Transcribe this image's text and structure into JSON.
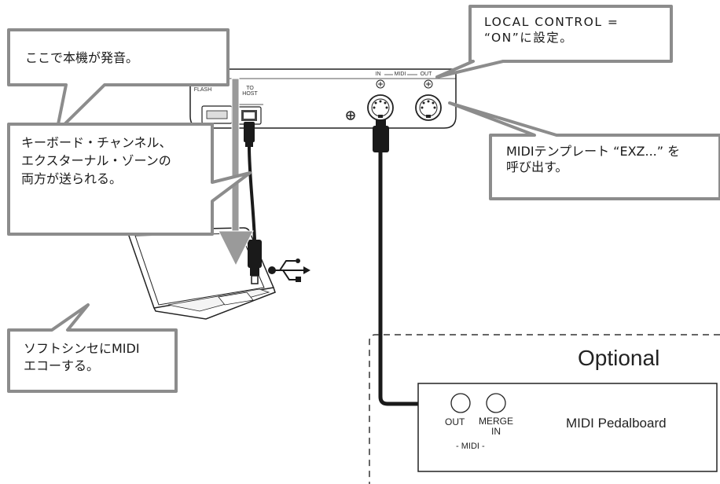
{
  "callouts": {
    "sound": "ここで本機が発音。",
    "local_control": "LOCAL CONTROL =\n“ON”に設定。",
    "midi_template": "MIDIテンプレート “EXZ...” を\n呼び出す。",
    "keyboard_channel": "キーボード・チャンネル、\nエクスターナル・ゾーンの\n両方が送られる。",
    "soft_synth": "ソフトシンセにMIDI\nエコーする。"
  },
  "instrument_panel": {
    "flash_label": "FLASH",
    "to_host_label": "TO\nHOST",
    "midi_in": "IN",
    "midi_label": "MIDI",
    "midi_out": "OUT"
  },
  "optional": {
    "title": "Optional",
    "device_name": "MIDI Pedalboard",
    "out_label": "OUT",
    "merge_label": "MERGE\nIN",
    "midi_group_label": "- MIDI -"
  },
  "icons": [
    "usb-icon",
    "screw-icon",
    "midi-in-jack-icon",
    "midi-out-jack-icon",
    "laptop-icon"
  ],
  "colors": {
    "callout_border": "#8c8c8c",
    "arrow_fill": "#9a9a9a",
    "cable": "#1a1a1a",
    "dashed_border": "#333333"
  }
}
